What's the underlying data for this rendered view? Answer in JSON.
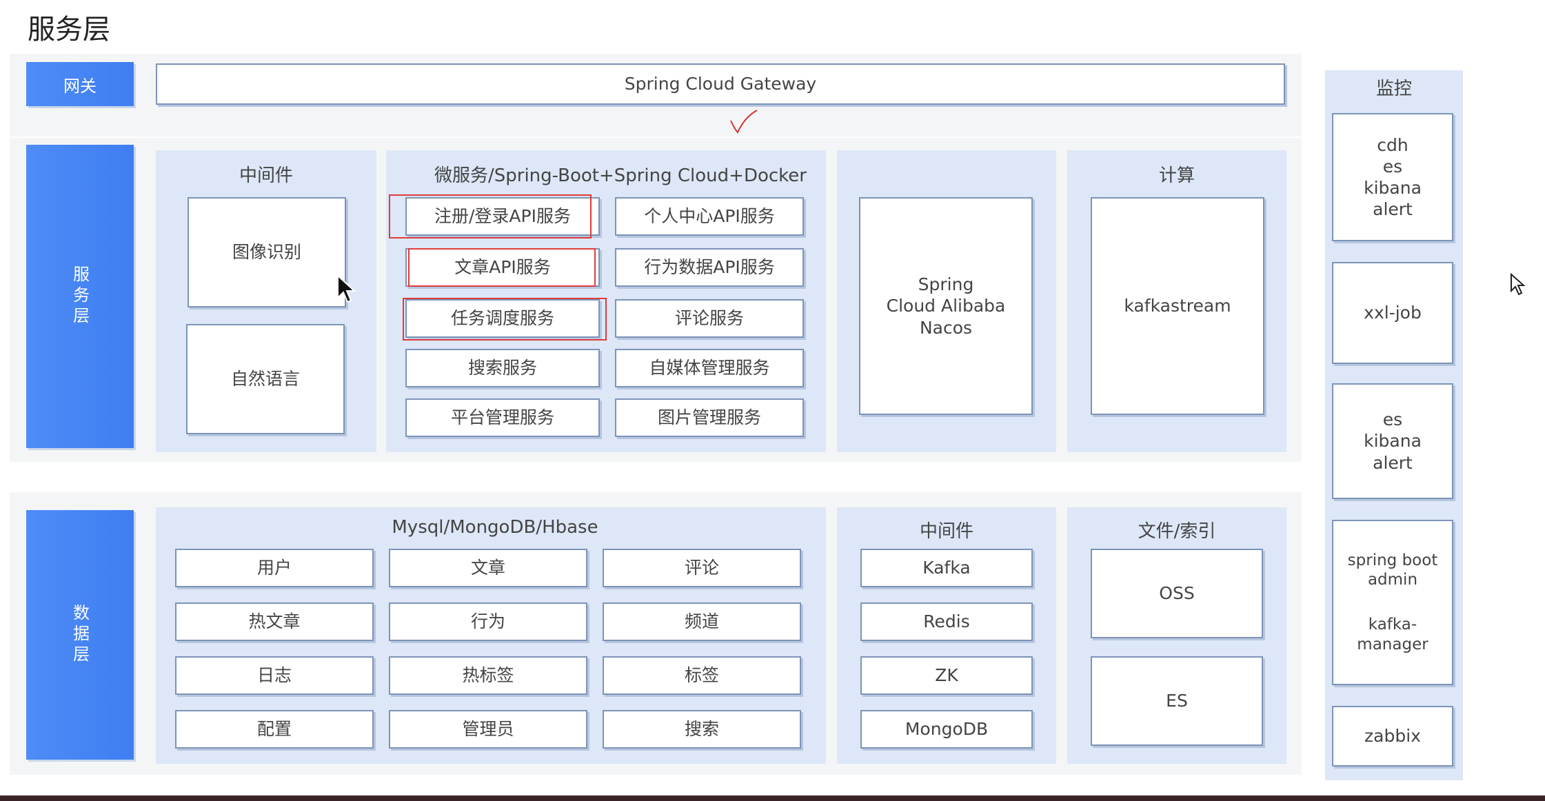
{
  "page_title": "服务层",
  "gateway": {
    "label": "网关",
    "name": "Spring Cloud Gateway"
  },
  "service_layer": {
    "label": "服务层",
    "middleware": {
      "title": "中间件",
      "items": [
        "图像识别",
        "自然语言"
      ]
    },
    "microservices": {
      "title": "微服务/Spring-Boot+Spring Cloud+Docker",
      "left": [
        "注册/登录API服务",
        "文章API服务",
        "任务调度服务",
        "搜索服务",
        "平台管理服务"
      ],
      "right": [
        "个人中心API服务",
        "行为数据API服务",
        "评论服务",
        "自媒体管理服务",
        "图片管理服务"
      ]
    },
    "nacos": [
      "Spring",
      "Cloud Alibaba",
      "Nacos"
    ],
    "compute": {
      "title": "计算",
      "item": "kafkastream"
    }
  },
  "data_layer": {
    "label": "数据层",
    "db": {
      "title": "Mysql/MongoDB/Hbase",
      "col1": [
        "用户",
        "热文章",
        "日志",
        "配置"
      ],
      "col2": [
        "文章",
        "行为",
        "热标签",
        "管理员"
      ],
      "col3": [
        "评论",
        "频道",
        "标签",
        "搜索"
      ]
    },
    "middleware": {
      "title": "中间件",
      "items": [
        "Kafka",
        "Redis",
        "ZK",
        "MongoDB"
      ]
    },
    "files": {
      "title": "文件/索引",
      "items": [
        "OSS",
        "ES"
      ]
    }
  },
  "monitoring": {
    "title": "监控",
    "box1": [
      "cdh",
      "es",
      "kibana",
      "alert"
    ],
    "box2": "xxl-job",
    "box3": [
      "es",
      "kibana",
      "alert"
    ],
    "box4": [
      "spring boot",
      "admin",
      "kafka-",
      "manager"
    ],
    "box5": "zabbix"
  }
}
